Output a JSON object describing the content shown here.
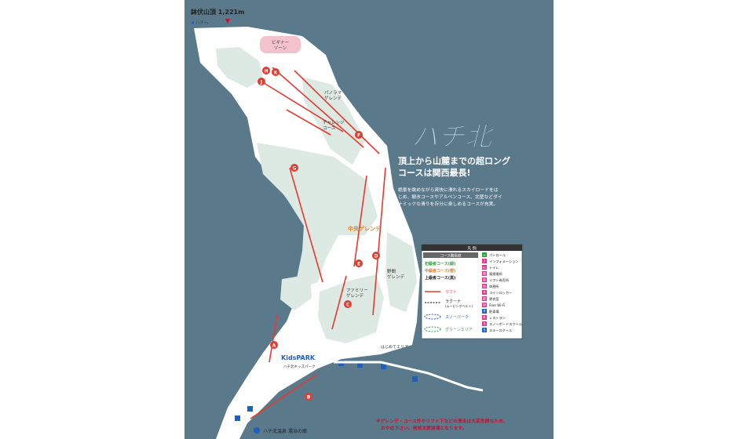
{
  "summit": {
    "label": "鉢伏山頂 1,221m",
    "direction": "ハチへ"
  },
  "logo": {
    "text": "ハチ北"
  },
  "headline": {
    "line1": "頂上から山麓までの超ロング",
    "line2": "コースは関西最長!"
  },
  "description": {
    "line1": "絶景を眺めながら爽快に滑れるスカイロードをは",
    "line2": "じめ、樹氷コースやアルペンコース、北壁などダイ",
    "line3": "ナミックな滑りを存分に楽しめるコースが充実。"
  },
  "areas": {
    "beginner_zone": "ビギナー",
    "beginner_zone2": "ゾーン",
    "panorama": "パノラマ",
    "panorama2": "ゲレンデ",
    "challenge": "チャレンジ",
    "challenge2": "コース",
    "central": "中央ゲレンデ",
    "family": "ファミリー",
    "family2": "ゲレンデ",
    "nokachi": "野間",
    "nokachi2": "ゲレンデ",
    "kids": "KidsPARK",
    "kids_sub": "ハチ北キッズパーク",
    "base": "ハチ北温泉 湯治の郷",
    "start_area": "はじめてエリア"
  },
  "lift_letters": [
    "A",
    "B",
    "C",
    "D",
    "E",
    "F",
    "G",
    "H",
    "J",
    "K"
  ],
  "legend": {
    "title": "凡 例",
    "course_header": "コース難易度",
    "beginner": "初級者コース(緑)",
    "intermediate": "中級者コース(橙)",
    "advanced": "上級者コース(黒)",
    "lift": "リフト",
    "conveyor": "ラクーナ",
    "conveyor_sub": "(ムービングベルト)",
    "snowpark": "スノーパーク",
    "green_area": "グリーンエリア",
    "icons": [
      {
        "glyph": "+",
        "color": "#2e9e3e",
        "label": "パトロール"
      },
      {
        "glyph": "?",
        "color": "#e8368f",
        "label": "インフォメーション"
      },
      {
        "glyph": "WC",
        "color": "#e8368f",
        "label": "トイレ"
      },
      {
        "glyph": "喫",
        "color": "#e8368f",
        "label": "喫煙場所"
      },
      {
        "glyph": "券",
        "color": "#e8368f",
        "label": "リフト券売所"
      },
      {
        "glyph": "休",
        "color": "#e8368f",
        "label": "休憩所"
      },
      {
        "glyph": "¥",
        "color": "#e8368f",
        "label": "コインロッカー"
      },
      {
        "glyph": "更",
        "color": "#e8368f",
        "label": "更衣室"
      },
      {
        "glyph": "W",
        "color": "#e8368f",
        "label": "Free Wi-Fi"
      },
      {
        "glyph": "P",
        "color": "#1f5fbf",
        "label": "駐車場"
      },
      {
        "glyph": "R",
        "color": "#e8368f",
        "label": "レストラン"
      },
      {
        "glyph": "S",
        "color": "#e8368f",
        "label": "スノーボードスクール"
      },
      {
        "glyph": "S",
        "color": "#1f5fbf",
        "label": "スキースクール"
      }
    ]
  },
  "notice": {
    "line1": "※ゲレンデ・コース外やリフト下などの滑走は大変危険なため、",
    "line2": "おやめ下さい。発見次第退場となります。"
  },
  "colors": {
    "sea": "#5a7a8c",
    "snow": "#ffffff",
    "forest": "#dde9e3",
    "lift": "#e53a2f",
    "brand": "#c8102e",
    "logo": "#bfe0ee"
  }
}
